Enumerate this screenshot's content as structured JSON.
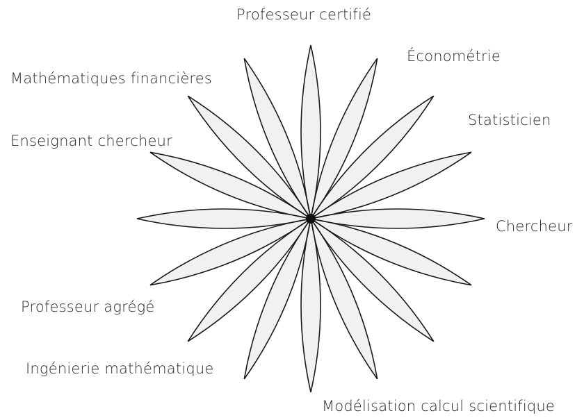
{
  "diagram": {
    "labels": [
      "Professeur certifié",
      "Économétrie",
      "Statisticien",
      "Chercheur",
      "Modélisation calcul scientifique",
      "Ingénierie mathématique",
      "Professeur agrégé",
      "Enseignant chercheur",
      "Mathématiques financières"
    ],
    "petal_count": 16,
    "petal_fill": "#e6e6e6",
    "petal_stroke": "#1a1a1a",
    "center_color": "#111111"
  }
}
